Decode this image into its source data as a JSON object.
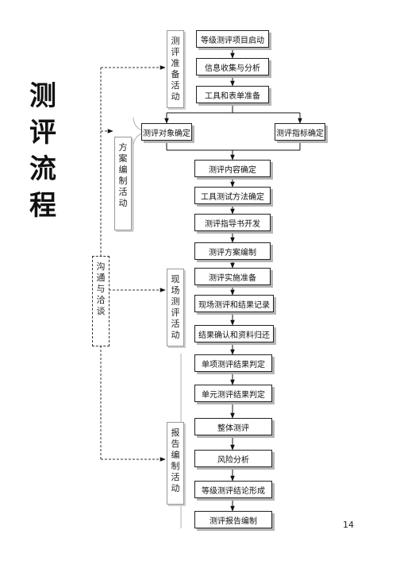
{
  "title": "测评流程",
  "page_number": "14",
  "phase_labels": {
    "prep": "测评准备活动",
    "plan": "方案编制活动",
    "onsite": "现场测评活动",
    "report": "报告编制活动",
    "comm": "沟通与洽谈"
  },
  "boxes": {
    "start": "等级测评项目启动",
    "collect": "信息收集与分析",
    "tools": "工具和表单准备",
    "object": "测评对象确定",
    "indicator": "测评指标确定",
    "content": "测评内容确定",
    "method": "工具测试方法确定",
    "guide": "测评指导书开发",
    "scheme": "测评方案编制",
    "impl_prep": "测评实施准备",
    "onsite_record": "现场测评和结果记录",
    "confirm": "结果确认和资料归还",
    "item_judge": "单项测评结果判定",
    "unit_judge": "单元测评结果判定",
    "overall": "整体测评",
    "risk": "风险分析",
    "conclusion": "等级测评结论形成",
    "report": "测评报告编制"
  }
}
